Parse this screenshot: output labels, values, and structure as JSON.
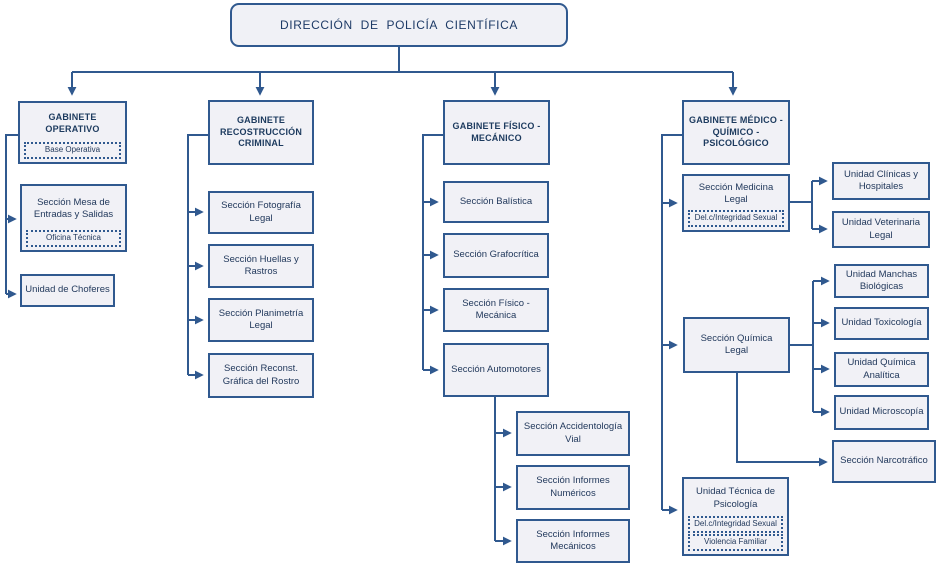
{
  "colors": {
    "line_and_border": "#30598f",
    "box_fill": "#f1f1f6",
    "header_text": "#1c3a5e",
    "body_text": "#22395c"
  },
  "title": "DIRECCIÓN DE POLICÍA CIENTÍFICA",
  "operativo": {
    "title": "GABINETE OPERATIVO",
    "sub": "Base Operativa",
    "mesa": "Sección Mesa de Entradas y Salidas",
    "mesa_sub": "Oficina Técnica",
    "choferes": "Unidad de Choferes"
  },
  "recostruccion": {
    "title": "GABINETE RECOSTRUCCIÓN CRIMINAL",
    "fotografia": "Sección Fotografía Legal",
    "huellas": "Sección Huellas y Rastros",
    "planimetria": "Sección Planimetría Legal",
    "reconst": "Sección Reconst. Gráfica del Rostro"
  },
  "fisico": {
    "title": "GABINETE FÍSICO - MECÁNICO",
    "balistica": "Sección Balística",
    "grafocritica": "Sección Grafocrítica",
    "fisico_mecanica": "Sección Físico - Mecánica",
    "automotores": "Sección Automotores",
    "accidentologia": "Sección Accidentología Vial",
    "informes_numericos": "Sección Informes Numéricos",
    "informes_mecanicos": "Sección Informes Mecánicos"
  },
  "medico": {
    "title": "GABINETE MÉDICO - QUÍMICO - PSICOLÓGICO",
    "medicina": "Sección Medicina Legal",
    "medicina_sub": "Del.c/Integridad Sexual",
    "clinicas": "Unidad Clínicas y Hospitales",
    "veterinaria": "Unidad Veterinaria Legal",
    "quimica": "Sección Química Legal",
    "manchas": "Unidad Manchas Biológicas",
    "toxicologia": "Unidad Toxicología",
    "quimica_analitica": "Unidad Química Analítica",
    "microscopia": "Unidad Microscopía",
    "narcotrafico": "Sección Narcotráfico",
    "psicologia": "Unidad Técnica de Psicología",
    "psicologia_sub1": "Del.c/Integridad Sexual",
    "psicologia_sub2": "Violencia Familiar"
  }
}
